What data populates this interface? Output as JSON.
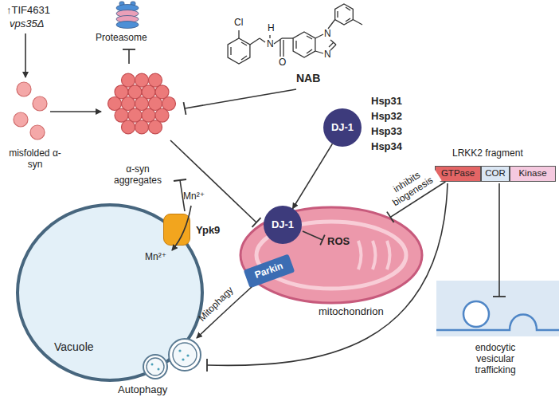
{
  "diagram": {
    "nodes": [
      {
        "text": [
          "DJ-1"
        ]
      },
      {
        "text": [
          "mitochondrion"
        ]
      },
      {
        "text": [
          "DJ-1"
        ],
        "in": 1
      },
      {
        "text": [
          "Parkin"
        ],
        "in": 1
      },
      {
        "text": [
          "LRKK2 fragment"
        ]
      },
      {
        "text": [
          "GTPase"
        ],
        "in": 4
      },
      {
        "text": [
          "COR"
        ],
        "in": 4
      },
      {
        "text": [
          "Kinase"
        ],
        "in": 4
      },
      {
        "text": [
          "Vacuole"
        ]
      },
      {
        "text": [
          "Ypk9"
        ]
      }
    ],
    "edges": [
      {
        "from": 0,
        "to": 2,
        "arrow": "to"
      },
      {
        "from": 5,
        "to": 1,
        "label": "inhibits biogenesis",
        "arrow": "to"
      }
    ],
    "labels": [
      "↑TIF4631",
      "vps35Δ",
      "Proteasome",
      "NAB",
      "Cl",
      "H",
      "N",
      "O",
      "N",
      "N",
      "misfolded α-syn",
      "α-syn aggregates",
      "Hsp31",
      "Hsp32",
      "Hsp33",
      "Hsp34",
      "ROS",
      "Mn²⁺",
      "Mn²⁺",
      "Autophagy",
      "Mitophagy",
      "endocytic vesicular trafficking"
    ]
  }
}
